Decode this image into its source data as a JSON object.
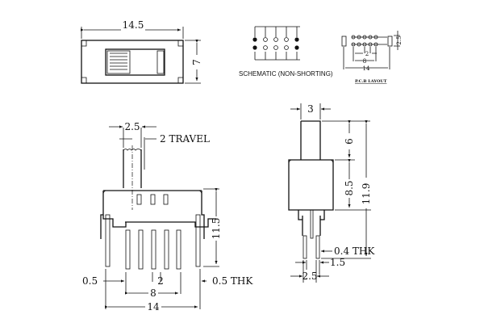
{
  "top_view": {
    "width_label": "14.5",
    "height_label": "7"
  },
  "schematic": {
    "caption": "SCHEMATIC (NON-SHORTING)"
  },
  "pcb_layout": {
    "pitch_label": "2",
    "span_label": "8",
    "total_label": "14",
    "row_label": "2.5",
    "caption": "P.C.B LAYOUT"
  },
  "front_view": {
    "actuator_label": "2.5",
    "travel_label": "2 TRAVEL",
    "height_label": "11.5",
    "pin_left_label": "0.5",
    "pitch_label": "2",
    "thk_label": "0.5 THK",
    "span_label": "8",
    "total_label": "14"
  },
  "side_view": {
    "actuator_label": "3",
    "actuator_height_label": "6",
    "body_height_label": "8.5",
    "total_height_label": "11.9",
    "thk_label": "0.4 THK",
    "pin_offset_label": "1.5",
    "width_label": "2.5"
  }
}
